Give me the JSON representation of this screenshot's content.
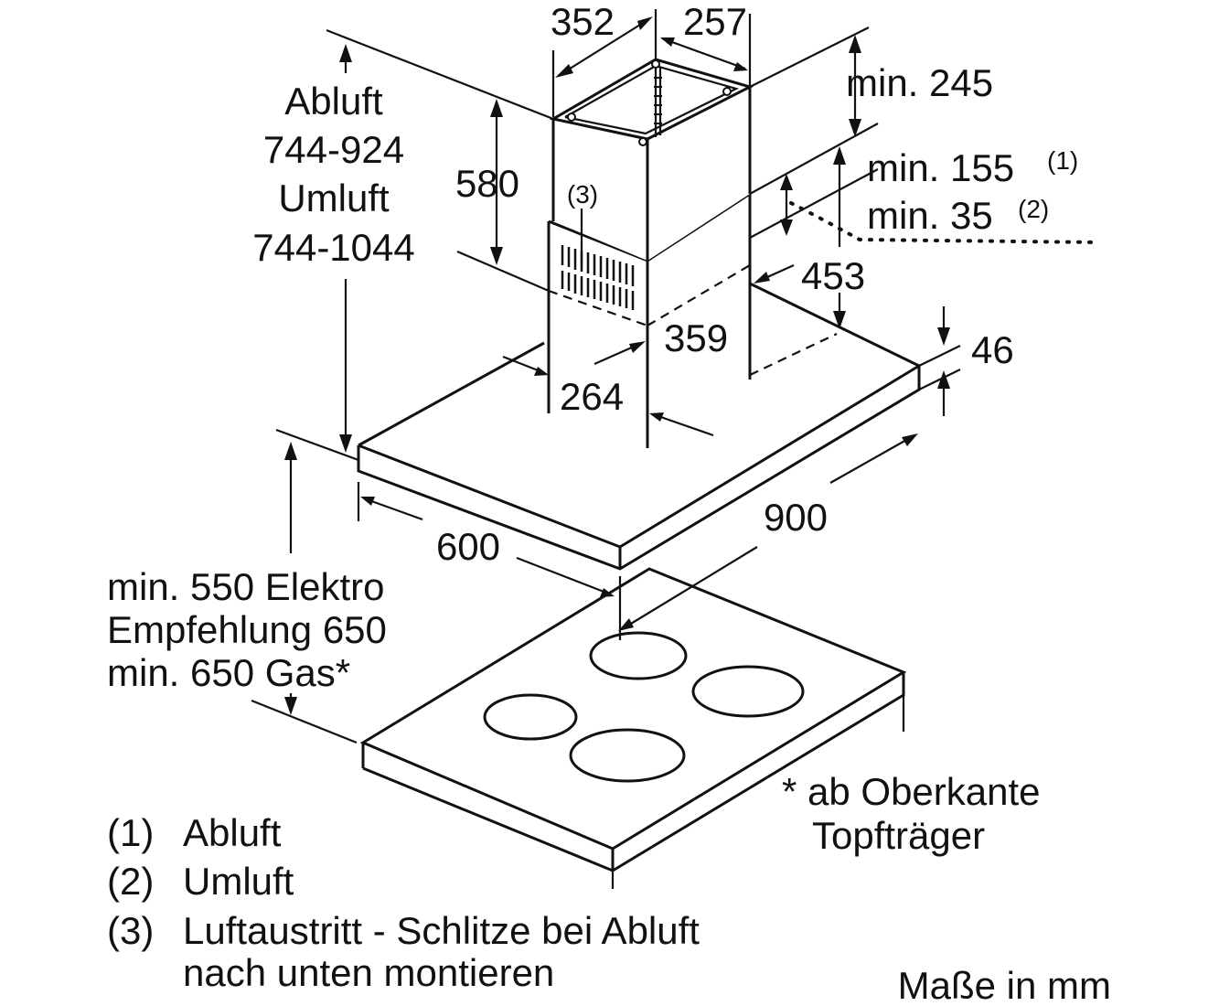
{
  "dimensions": {
    "chimney_depth": "352",
    "chimney_width": "257",
    "min_top": "min. 245",
    "min_ext": "min. 155",
    "min_ext_ref": "(1)",
    "min_rec": "min. 35",
    "min_rec_ref": "(2)",
    "upper_chimney": "580",
    "slots_ref": "(3)",
    "lower_depth": "453",
    "lower_width": "359",
    "lower_front": "264",
    "hood_thickness": "46",
    "hood_width": "900",
    "hood_depth": "600"
  },
  "height_left": {
    "line1": "Abluft",
    "line2": "744-924",
    "line3": "Umluft",
    "line4": "744-1044"
  },
  "distance": {
    "line1": "min. 550 Elektro",
    "line2": "Empfehlung 650",
    "line3": "min. 650 Gas*"
  },
  "footnote": {
    "line1": "* ab Oberkante",
    "line2": "Topfträger"
  },
  "legend": [
    {
      "num": "(1)",
      "text": "Abluft"
    },
    {
      "num": "(2)",
      "text": "Umluft"
    },
    {
      "num": "(3)",
      "text": "Luftaustritt - Schlitze bei Abluft"
    },
    {
      "num": "",
      "text": "nach unten montieren"
    }
  ],
  "units": "Maße in mm"
}
